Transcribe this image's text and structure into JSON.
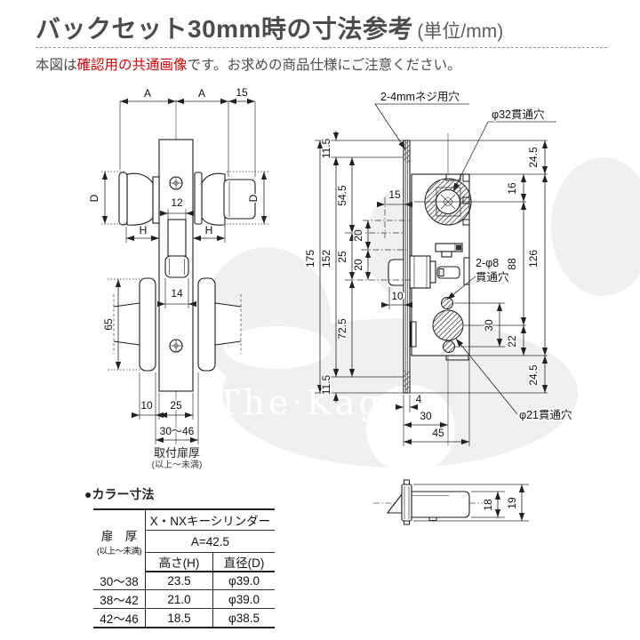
{
  "page": {
    "title": "バックセット30mm時の寸法参考",
    "unit_label": "(単位/mm)",
    "note_prefix": "本図は",
    "note_highlight": "確認用の共通画像",
    "note_suffix": "です。お求めの商品仕様にご注意ください。"
  },
  "colors": {
    "line": "#1c1c1c",
    "dim_text": "#111111",
    "title_text": "#4c4c4c",
    "highlight_red": "#d80000",
    "watermark_blob": "#f1f0ee",
    "watermark_text": "#ffffff"
  },
  "watermark": {
    "text": "The·Kagi"
  },
  "front_view": {
    "dims": {
      "a_left": "A",
      "a_right": "A",
      "top_15": "15",
      "d_left": "D",
      "d_right": "D",
      "h_left": "H",
      "h_right": "H",
      "spindle_12": "12",
      "latch_14": "14",
      "rose_65": "65",
      "rose_10": "10",
      "door_25": "25",
      "door_range": "30〜46"
    },
    "captions": {
      "door_label": "取付扉厚",
      "door_label_sub": "(以上〜未満)"
    }
  },
  "side_view": {
    "annotations": {
      "screw_hole": "2-4mmネジ用穴",
      "phi32": "φ32貫通穴",
      "phi8_line1": "2-φ8",
      "phi8_line2": "貫通穴",
      "phi21": "φ21貫通穴"
    },
    "dims": {
      "total_175": "175",
      "screws_152": "152",
      "edge_top_115": "11.5",
      "edge_bottom_115": "11.5",
      "upper_545": "54.5",
      "mid_25": "25",
      "lower_725": "72.5",
      "slide_20a": "20",
      "slide_20b": "20",
      "front_15": "15",
      "latch_10": "10",
      "top_245": "24.5",
      "bottom_245": "24.5",
      "cyl_16": "16",
      "span_88": "88",
      "case_126": "126",
      "holes_30": "30",
      "hole_22": "22",
      "plate_4": "4",
      "backset_30": "30",
      "depth_45": "45"
    }
  },
  "latch_view": {
    "dims": {
      "body_18": "18",
      "flange_19": "19"
    }
  },
  "collar_table": {
    "bullet": "●",
    "heading": "カラー寸法",
    "col_door": "扉　厚",
    "col_door_sub": "(以上〜未満)",
    "header_cylinder": "X・NXキーシリンダー",
    "header_a": "A=42.5",
    "col_height": "高さ(H)",
    "col_diameter": "直径(D)",
    "rows": [
      [
        "30〜38",
        "23.5",
        "φ39.0"
      ],
      [
        "38〜42",
        "21.0",
        "φ39.0"
      ],
      [
        "42〜46",
        "18.5",
        "φ38.5"
      ]
    ]
  }
}
